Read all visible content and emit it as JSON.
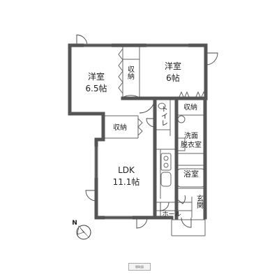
{
  "rooms": {
    "bedroom_left": {
      "name": "洋室",
      "size": "6.5帖"
    },
    "bedroom_right": {
      "name": "洋室",
      "size": "6帖"
    },
    "ldk": {
      "name": "LDK",
      "size": "11.1帖"
    },
    "closet_a": "収納",
    "closet_b": "収納",
    "closet_c": "収納",
    "toilet": "トイレ",
    "washroom": "洗面脱衣室",
    "bath": "浴室",
    "entrance": "玄関",
    "hall": "ホール"
  },
  "compass": {
    "label": "N"
  },
  "footer": {
    "note": "間取図"
  }
}
